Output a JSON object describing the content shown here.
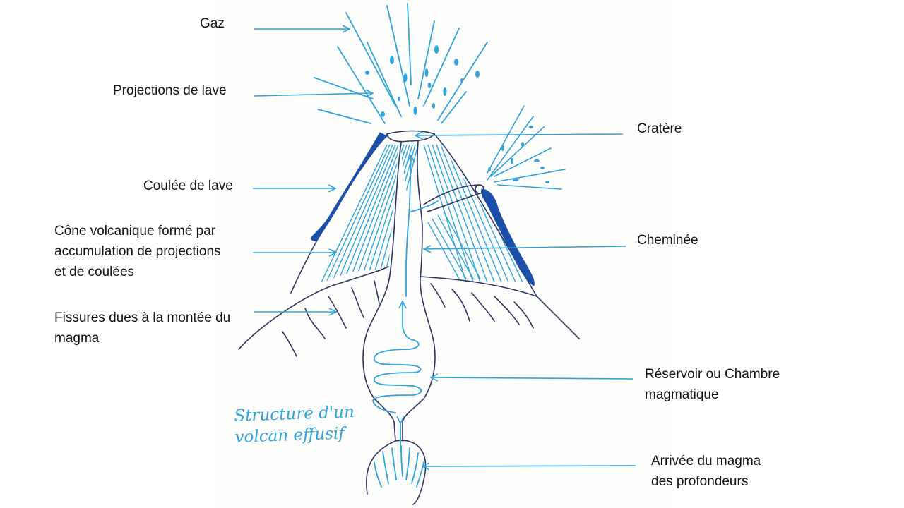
{
  "labels": {
    "gaz": "Gaz",
    "projections": "Projections de lave",
    "coulee": "Coulée de lave",
    "cone_l1": "Cône volcanique formé par",
    "cone_l2": "accumulation de projections",
    "cone_l3": "et de coulées",
    "fissures_l1": "Fissures dues à la montée du",
    "fissures_l2": "magma",
    "cratere": "Cratère",
    "cheminee": "Cheminée",
    "reservoir_l1": "Réservoir ou Chambre",
    "reservoir_l2": "magmatique",
    "arrivee_l1": "Arrivée du magma",
    "arrivee_l2": "des profondeurs"
  },
  "handwritten": {
    "line1": "Structure d'un",
    "line2": "volcan effusif"
  },
  "colors": {
    "ink_blue": "#2fa4d8",
    "dark_lava": "#1b4fa8",
    "outline": "#2a3560",
    "text": "#111111"
  }
}
